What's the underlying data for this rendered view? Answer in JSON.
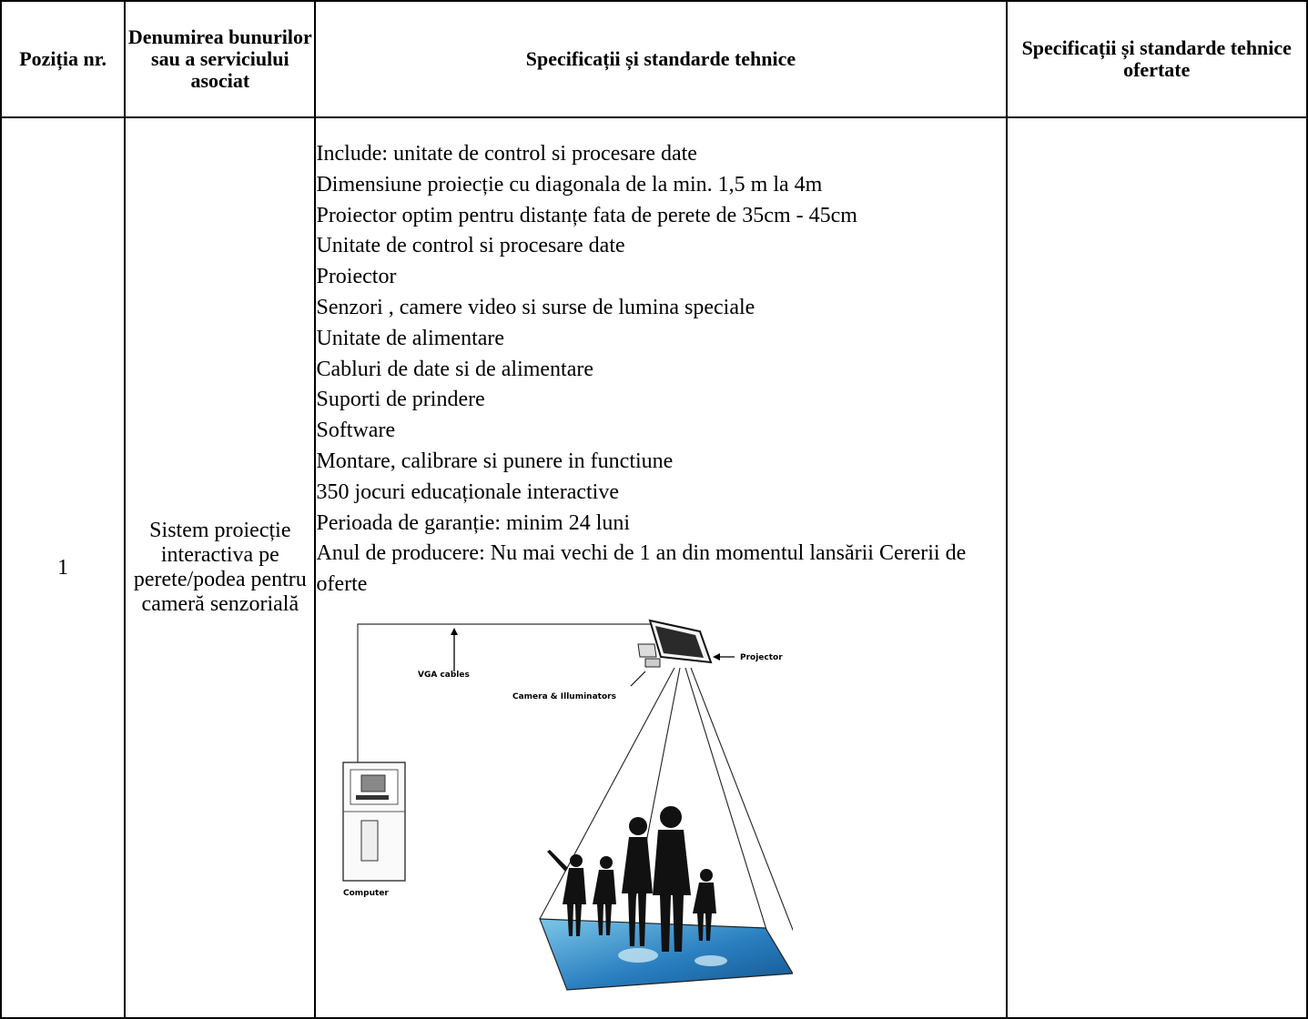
{
  "headers": {
    "position": "Poziția nr.",
    "name": "Denumirea bunurilor sau a serviciului asociat",
    "specs": "Specificații și standarde tehnice",
    "offered": "Specificații și standarde tehnice ofertate"
  },
  "row": {
    "position": "1",
    "name": "Sistem proiecție interactiva pe perete/podea pentru cameră senzorială",
    "spec_lines": [
      "Include: unitate de control si procesare date",
      "Dimensiune proiecție cu diagonala de la min. 1,5 m la 4m",
      "Proiector optim pentru distanțe fata de perete de 35cm - 45cm",
      "Unitate de control si procesare date",
      "Proiector",
      "Senzori , camere video si surse de lumina speciale",
      "Unitate de alimentare",
      "Cabluri de date si de alimentare",
      "Suporti de prindere",
      "Software",
      "Montare, calibrare si punere in functiune",
      "350 jocuri educaționale interactive",
      "Perioada de garanție: minim 24 luni",
      "Anul de producere: Nu mai vechi de 1 an din momentul lansării Cererii de oferte"
    ],
    "offered": ""
  },
  "diagram": {
    "labels": {
      "projector": "Projector",
      "vga": "VGA cables",
      "camera": "Camera & Illuminators",
      "computer": "Computer"
    },
    "colors": {
      "floor": "#2a7fc0",
      "floor_light": "#7cc6e8",
      "silhouette": "#111111"
    }
  }
}
